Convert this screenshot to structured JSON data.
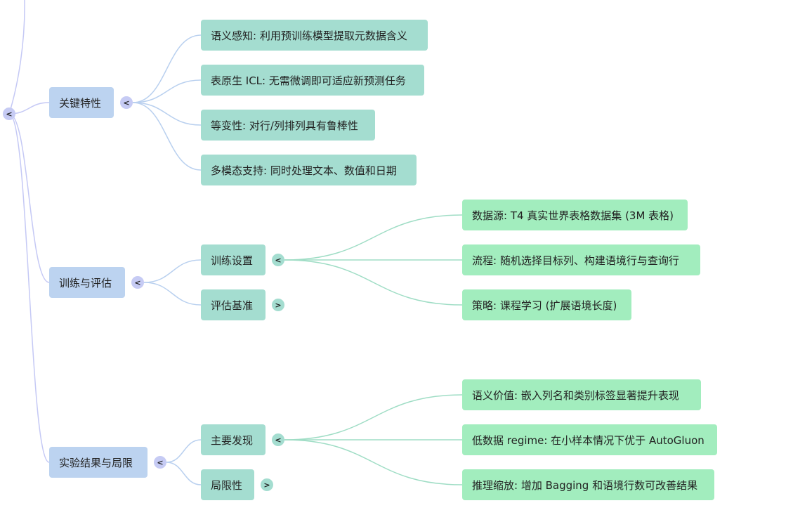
{
  "colors": {
    "root_link": "#c5c9f5",
    "level1_link": "#b9d0ef",
    "level2_link": "#9fddc5",
    "level1_node": "#bcd3f0",
    "level2_node": "#a4ddd0",
    "level3_node": "#a2edbe"
  },
  "root_toggle": "<",
  "sections": [
    {
      "label": "关键特性",
      "toggle": "<",
      "children": [
        {
          "label": "语义感知: 利用预训练模型提取元数据含义"
        },
        {
          "label": "表原生 ICL: 无需微调即可适应新预测任务"
        },
        {
          "label": "等变性: 对行/列排列具有鲁棒性"
        },
        {
          "label": "多模态支持: 同时处理文本、数值和日期"
        }
      ]
    },
    {
      "label": "训练与评估",
      "toggle": "<",
      "children": [
        {
          "label": "训练设置",
          "toggle": "<",
          "children": [
            {
              "label": "数据源: T4 真实世界表格数据集 (3M 表格)"
            },
            {
              "label": "流程: 随机选择目标列、构建语境行与查询行"
            },
            {
              "label": "策略: 课程学习 (扩展语境长度)"
            }
          ]
        },
        {
          "label": "评估基准",
          "toggle": ">"
        }
      ]
    },
    {
      "label": "实验结果与局限",
      "toggle": "<",
      "children": [
        {
          "label": "主要发现",
          "toggle": "<",
          "children": [
            {
              "label": "语义价值: 嵌入列名和类别标签显著提升表现"
            },
            {
              "label": "低数据 regime: 在小样本情况下优于 AutoGluon"
            },
            {
              "label": "推理缩放: 增加 Bagging 和语境行数可改善结果"
            }
          ]
        },
        {
          "label": "局限性",
          "toggle": ">"
        }
      ]
    }
  ]
}
